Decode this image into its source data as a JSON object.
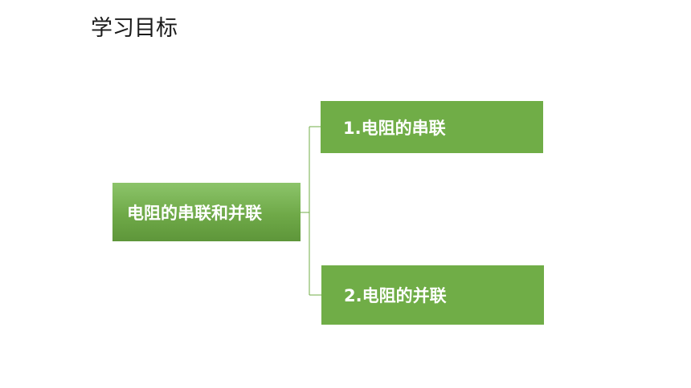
{
  "slide": {
    "title": "学习目标"
  },
  "diagram": {
    "root": "电阻的串联和并联",
    "branches": [
      "1.电阻的串联",
      "2.电阻的并联"
    ]
  },
  "colors": {
    "box_fill": "#70ad47",
    "connector": "#70ad47",
    "box_text": "#ffffff",
    "title_text": "#1a1a1a"
  }
}
